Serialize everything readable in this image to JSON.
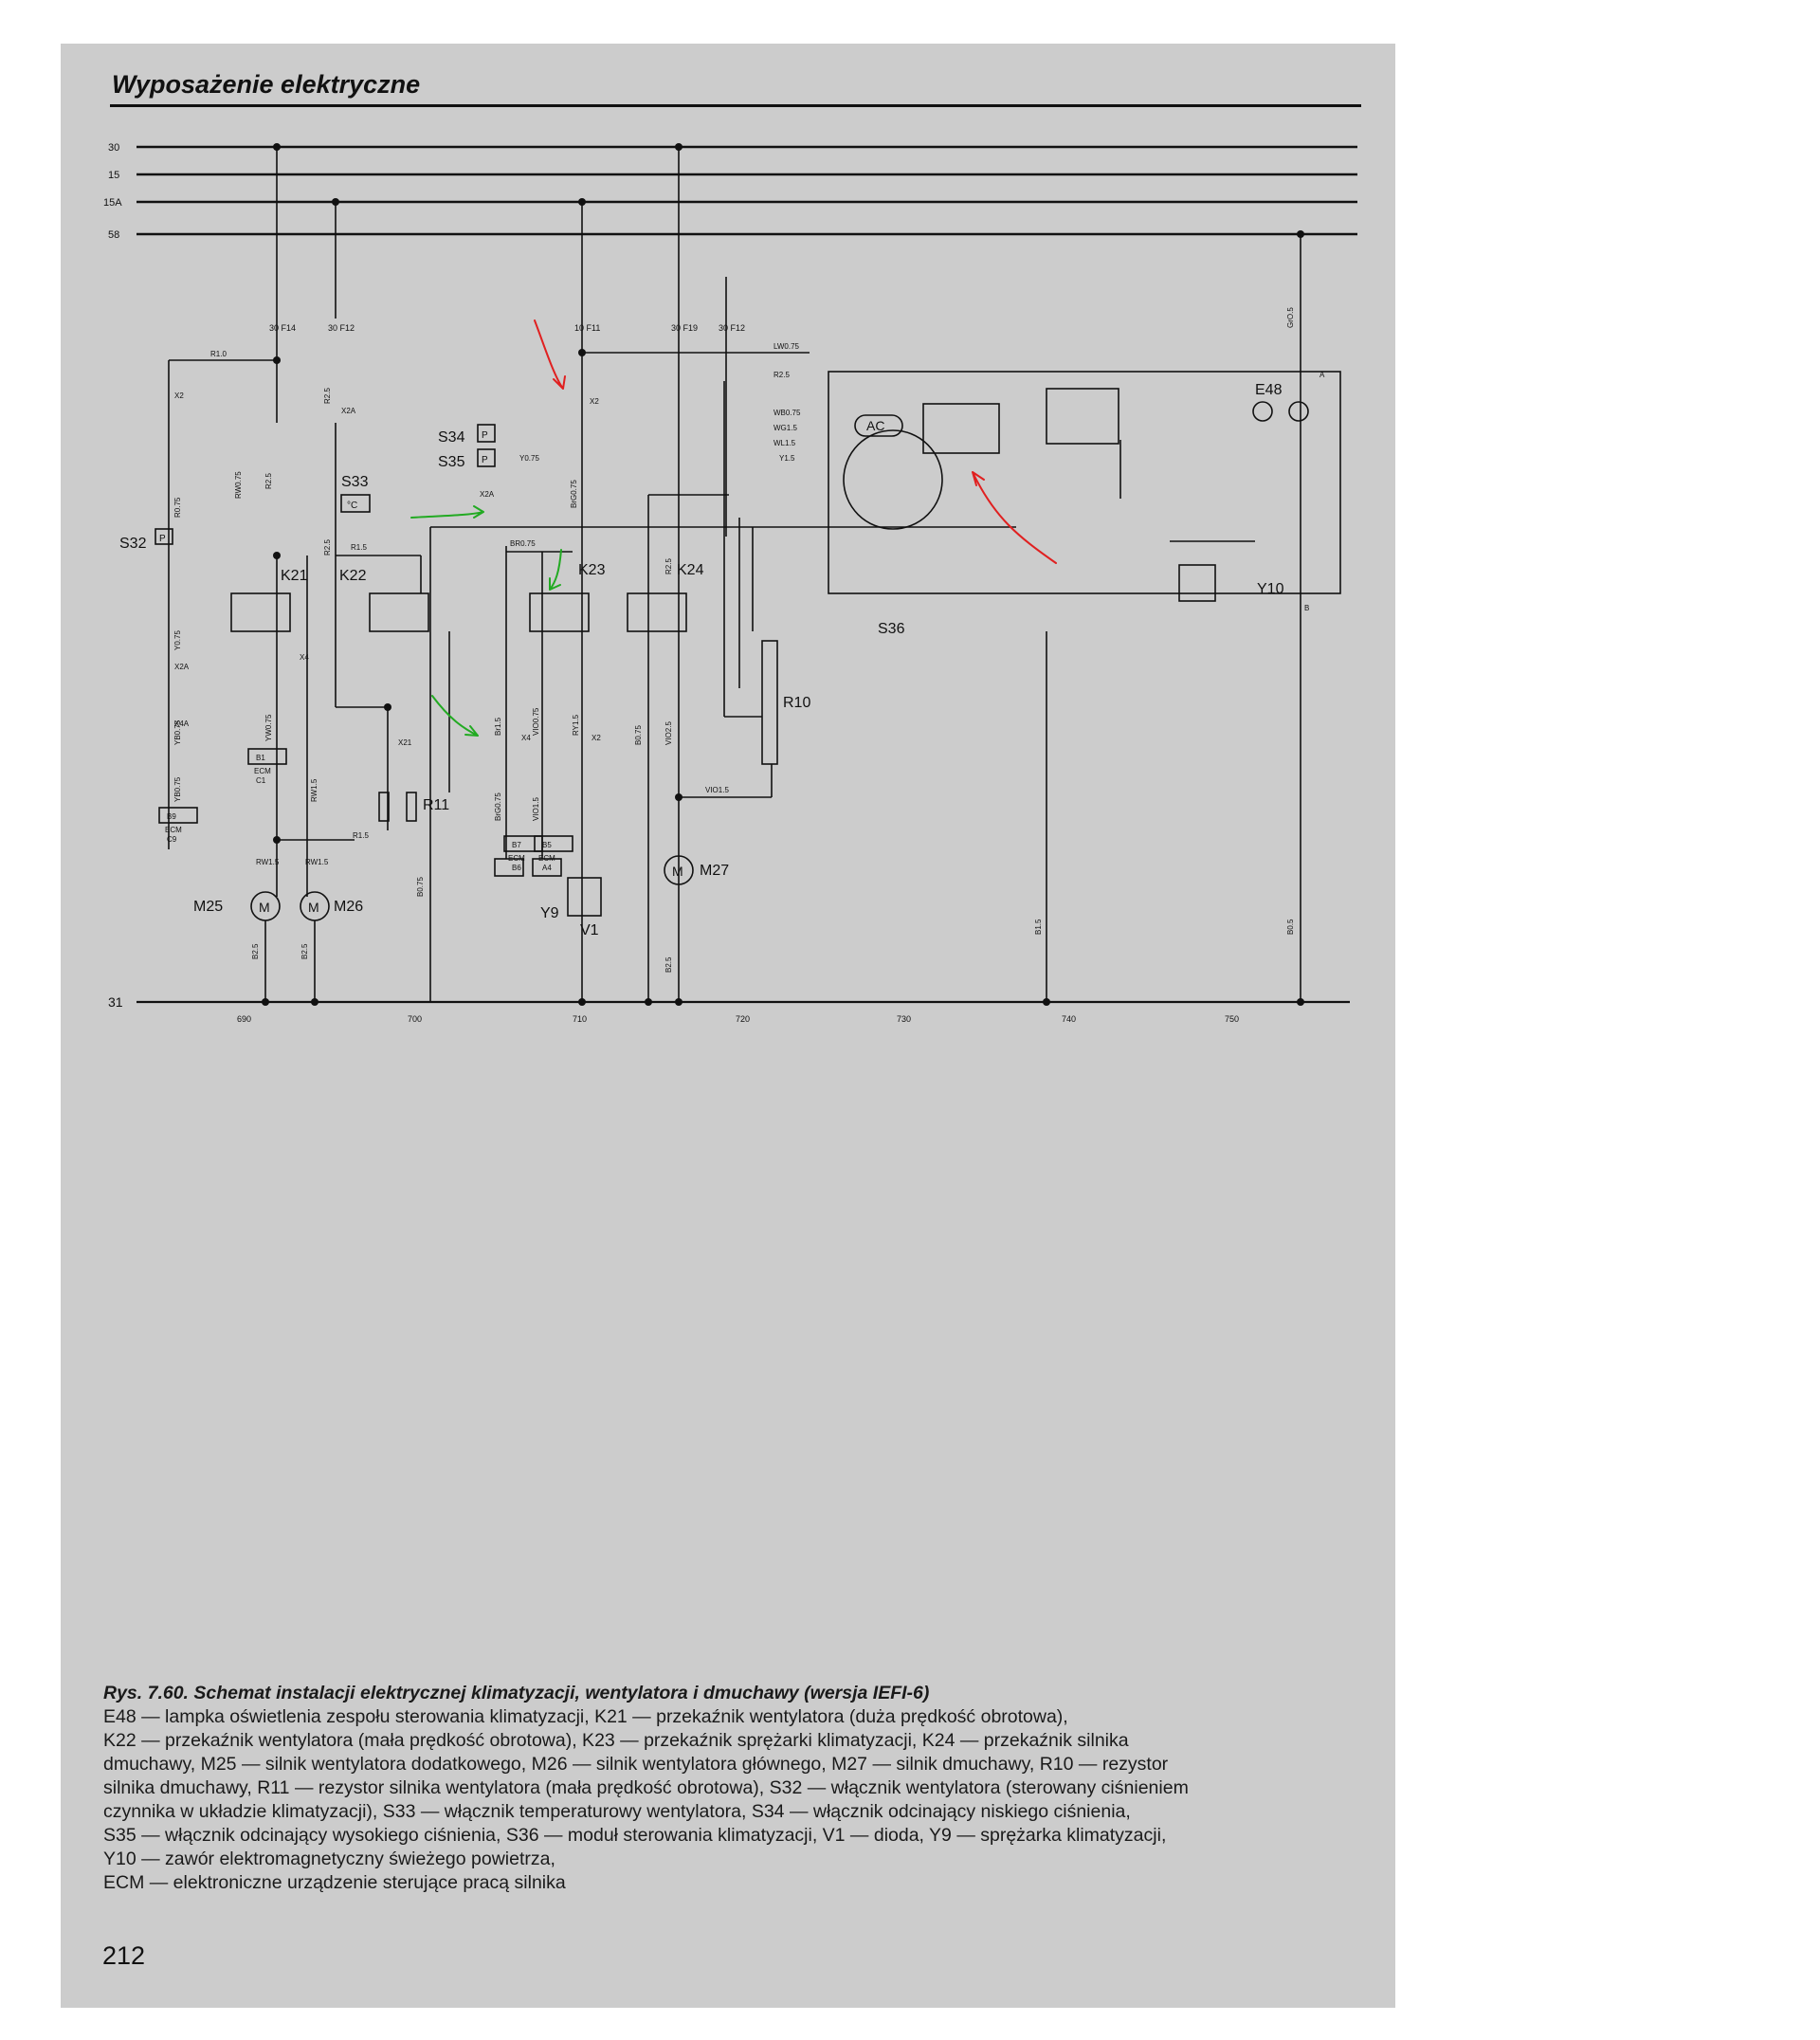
{
  "page": {
    "header": "Wyposażenie elektryczne",
    "number": "212"
  },
  "rails": {
    "r30": "30",
    "r15": "15",
    "r15A": "15A",
    "r58": "58",
    "ground": "31"
  },
  "fuses": {
    "f14": "30 F14",
    "f12a": "30 F12",
    "f11": "10 F11",
    "f19": "30 F19",
    "f12b": "30 F12"
  },
  "components": {
    "S32": "S32",
    "S33": "S33",
    "S34": "S34",
    "S35": "S35",
    "K21": "K21",
    "K22": "K22",
    "K23": "K23",
    "K24": "K24",
    "S36": "S36",
    "AC": "AC",
    "R10": "R10",
    "R11": "R11",
    "M25": "M25",
    "M26": "M26",
    "M27": "M27",
    "Y9": "Y9",
    "V1": "V1",
    "Y10": "Y10",
    "E48": "E48",
    "motor": "M",
    "temp": "°C",
    "pressure": "P"
  },
  "connectors": {
    "x2": "X2",
    "x2a": "X2A",
    "x4": "X4",
    "x4a": "X4A",
    "x21": "X21"
  },
  "ecm": {
    "b9_pin": "B9",
    "b9_name": "ECM",
    "b9_sub": "C9",
    "b1_pin": "B1",
    "b1_name": "ECM",
    "b1_sub": "C1",
    "b7_pin": "B7",
    "b7_name": "ECM",
    "b7_sub": "B6",
    "b5_pin": "B5",
    "b5_name": "ECM",
    "b5_sub": "A4"
  },
  "wires": {
    "R10": "R1.0",
    "R25": "R2.5",
    "RW075": "RW0.75",
    "R075": "R0.75",
    "Y075": "Y0.75",
    "YB075": "YB0.75",
    "YW075": "YW0.75",
    "RW15": "RW1.5",
    "R15": "R1.5",
    "B25": "B2.5",
    "B075": "B0.75",
    "BrG075": "BrG0.75",
    "BR075": "BR0.75",
    "Br15": "Br1.5",
    "VIO075": "VIO0.75",
    "VIO15": "VIO1.5",
    "RY15": "RY1.5",
    "VIO25": "VIO2.5",
    "LW075": "LW0.75",
    "WB075": "WB0.75",
    "WG15": "WG1.5",
    "WL15": "WL1.5",
    "Y15": "Y1.5",
    "B15": "B1.5",
    "GrO5": "GrO.5",
    "B05": "B0.5",
    "Y05": "Y0.75",
    "A": "A",
    "B": "B"
  },
  "scale": [
    "690",
    "700",
    "710",
    "720",
    "730",
    "740",
    "750"
  ],
  "caption": {
    "title": "Rys. 7.60. Schemat instalacji elektrycznej klimatyzacji, wentylatora i dmuchawy (wersja IEFI-6)",
    "lines": [
      "E48 — lampka oświetlenia zespołu sterowania klimatyzacji, K21 — przekaźnik wentylatora (duża prędkość obrotowa),",
      "K22 — przekaźnik wentylatora (mała prędkość obrotowa), K23 — przekaźnik sprężarki klimatyzacji, K24 — przekaźnik silnika",
      "dmuchawy, M25 — silnik wentylatora dodatkowego, M26 — silnik wentylatora głównego, M27 — silnik dmuchawy, R10 — rezystor",
      "silnika dmuchawy, R11 — rezystor silnika wentylatora (mała prędkość obrotowa), S32 — włącznik wentylatora (sterowany ciśnieniem",
      "czynnika w układzie klimatyzacji), S33 — włącznik temperaturowy wentylatora, S34 — włącznik odcinający niskiego ciśnienia,",
      "S35 — włącznik odcinający wysokiego ciśnienia, S36 — moduł sterowania klimatyzacji, V1 — dioda, Y9 — sprężarka klimatyzacji,",
      "Y10 — zawór elektromagnetyczny świeżego powietrza,",
      "ECM — elektroniczne urządzenie sterujące pracą silnika"
    ]
  },
  "annotations": {
    "red": "#e02020",
    "green": "#22aa22"
  }
}
